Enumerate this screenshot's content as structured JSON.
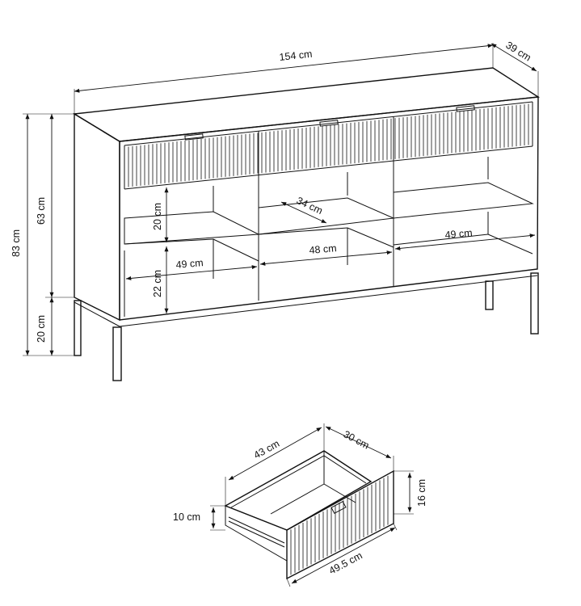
{
  "sideboard": {
    "dims": {
      "width": "154 cm",
      "depth": "39 cm",
      "total_height": "83 cm",
      "body_height": "63 cm",
      "leg_height": "20 cm",
      "upper_shelf_height": "20 cm",
      "lower_shelf_height": "22 cm",
      "inner_depth": "34 cm",
      "left_width": "49 cm",
      "middle_width": "48 cm",
      "right_width": "49 cm"
    }
  },
  "drawer": {
    "dims": {
      "depth": "43 cm",
      "width": "30 cm",
      "front_height": "16 cm",
      "box_height": "10 cm",
      "front_width": "49.5 cm"
    }
  },
  "colors": {
    "line": "#111111",
    "background": "#ffffff"
  }
}
